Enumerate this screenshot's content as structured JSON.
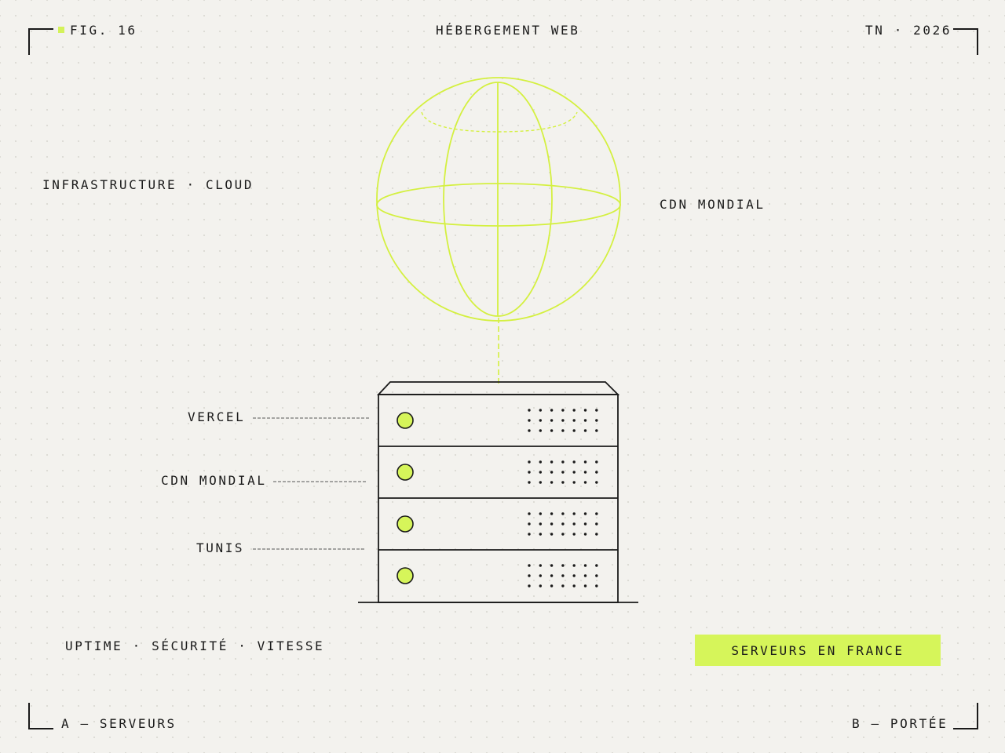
{
  "header": {
    "figure": "FIG. 16",
    "title": "HÉBERGEMENT WEB",
    "meta": "TN · 2026"
  },
  "labels": {
    "left_top": "INFRASTRUCTURE · CLOUD",
    "globe_right": "CDN MONDIAL",
    "qualities": "UPTIME · SÉCURITÉ · VITESSE"
  },
  "server_labels": [
    "VERCEL",
    "CDN MONDIAL",
    "TUNIS"
  ],
  "badge": "SERVEURS EN FRANCE",
  "footer": {
    "left": "A — SERVEURS",
    "right": "B — PORTÉE"
  },
  "colors": {
    "accent": "#d6f55a",
    "globe_stroke": "#d4f040",
    "ink": "#1a1a1a",
    "background": "#f3f2ee"
  }
}
